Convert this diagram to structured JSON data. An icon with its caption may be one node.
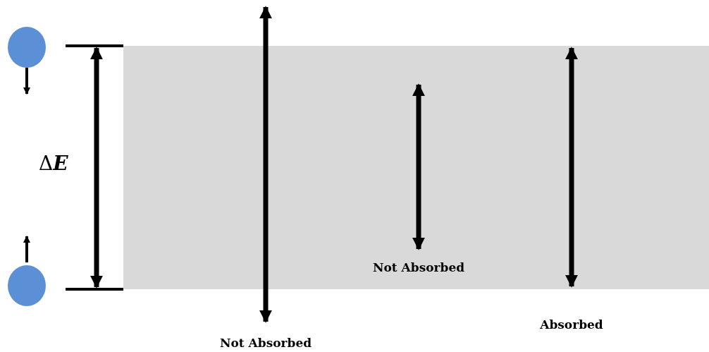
{
  "diagram": {
    "labels": [
      "Δ**E**",
      "Not Absorbed",
      "Not Absorbed",
      "Absorbed"
    ]
  }
}
